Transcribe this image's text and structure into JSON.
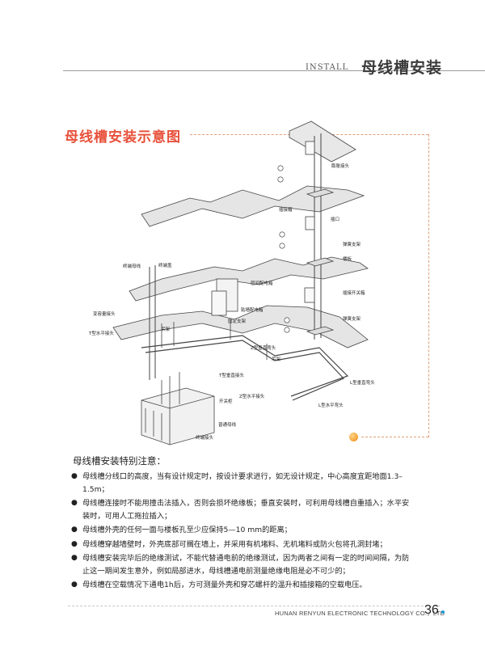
{
  "header": {
    "section_en": "INSTALL",
    "section_cn": "母线槽安装"
  },
  "diagram": {
    "title": "母线槽安装示意图",
    "labels": {
      "pengzhang": "膨胀接头",
      "chajiexiang": "插接箱",
      "chakou": "插口",
      "tanhuang1": "弹簧支架",
      "louban": "楼板",
      "chajiekaiguanxiang": "插接开关箱",
      "tanhuang2": "弹簧支架",
      "zhongduanmuxian": "终端母线",
      "zhongduanzhao": "终端盖",
      "loujianpeidianxiang": "层间配电箱",
      "bianyaqijietou": "变容量接头",
      "tiebipeidianxiang": "贴墙配电箱",
      "gudingzhijia": "固定支架",
      "t_shuiping": "T型水平接头",
      "diaojia1": "吊架",
      "z_chuizhi": "Z型垂直弯头",
      "diaojia2": "吊架",
      "t_chuizhi": "T型垂直接头",
      "z_shuiping": "Z型水平接头",
      "l_chuizhi": "L型垂直弯头",
      "kaiguangui": "开关柜",
      "l_shuiping": "L型水平弯头",
      "putongmuxian": "普通母线",
      "zhongduanjietou": "终端接头"
    }
  },
  "notes": {
    "title": "母线槽安装特别注意：",
    "items": [
      "母线槽分线口的高度，当有设计规定时，按设计要求进行，如无设计规定，中心高度宜距地面1.3–1.5m；",
      "母线槽连接时不能用撞击法插入，否则会损坏绝缘板；垂直安装时，可利用母线槽自重插入；水平安装时，可用人工拖拉插入；",
      "母线槽外壳的任何一面与楼板孔至少应保持5—10 mm的距离；",
      "母线槽穿越墙壁时，外壳底部可搁在墙上，并采用有机堵料、无机堵料或防火包将孔洞封堵；",
      "母线槽安装完毕后的绝缘测试，不能代替通电前的绝缘测试，因为两者之间有一定的时间间隔，为防止这一期间发生意外，例如局部进水，母线槽通电前测量绝缘电阻是必不可少的；",
      "母线槽在空载情况下通电1h后，方可测量外壳和穿芯螺杆的温升和插接箱的空载电压。"
    ]
  },
  "footer": {
    "company": "HUNAN RENYUN ELECTRONIC TECHNOLOGY CO.，LTD",
    "page_number": "36"
  }
}
